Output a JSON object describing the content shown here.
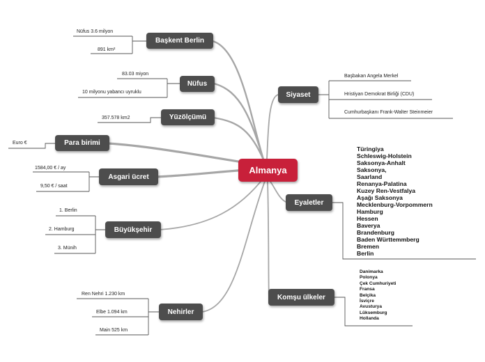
{
  "center": "Almanya",
  "topics": {
    "baskent": {
      "label": "Başkent Berlin",
      "items": [
        "Nüfus 3.6 milyon",
        "891 km²"
      ]
    },
    "nufus": {
      "label": "Nüfus",
      "items": [
        "83.03 miyon",
        "10 milyonu yabancı uyruklu"
      ]
    },
    "yuzolcumu": {
      "label": "Yüzölçümü",
      "items": [
        "357.578 km2"
      ]
    },
    "para": {
      "label": "Para birimi",
      "items": [
        "Euro €"
      ]
    },
    "asgari": {
      "label": "Asgari ücret",
      "items": [
        "1584,00 € / ay",
        "9,50 € / saat"
      ]
    },
    "buyuksehir": {
      "label": "Büyükşehir",
      "items": [
        "1. Berlin",
        "2. Hamburg",
        "3. Münih"
      ]
    },
    "nehirler": {
      "label": "Nehirler",
      "items": [
        "Ren Nehri 1.230 km",
        "Elbe 1.094 km",
        "Main 525 km"
      ]
    },
    "siyaset": {
      "label": "Siyaset",
      "items": [
        "Başbakan Angela Merkel",
        "Hristiyan Demokrat Birliği (CDU)",
        "Cumhurbaşkanı Frank-Walter Steinmeier"
      ]
    },
    "eyaletler": {
      "label": "Eyaletler",
      "items": [
        "Türingiya",
        "Schleswig-Holstein",
        "Saksonya-Anhalt",
        "Saksonya,",
        "Saarland",
        "Renanya-Palatina",
        "Kuzey Ren-Vestfalya",
        "Aşağı Saksonya",
        "Mecklenburg-Vorpommern",
        "Hamburg",
        "Hessen",
        "Baverya",
        "Brandenburg",
        "Baden Württemmberg",
        "Bremen",
        "Berlin"
      ]
    },
    "komsu": {
      "label": "Komşu ülkeler",
      "items": [
        "Danimarka",
        "Polonya",
        "Çek Cumhuriyeti",
        "Fransa",
        "Belçika",
        "İsviçre",
        "Avusturya",
        "Lüksemburg",
        "Hollanda"
      ]
    }
  },
  "colors": {
    "center": "#c8203a",
    "topic": "#4d4d4d",
    "branch": "#a6a6a6",
    "leaf_line": "#555555"
  }
}
